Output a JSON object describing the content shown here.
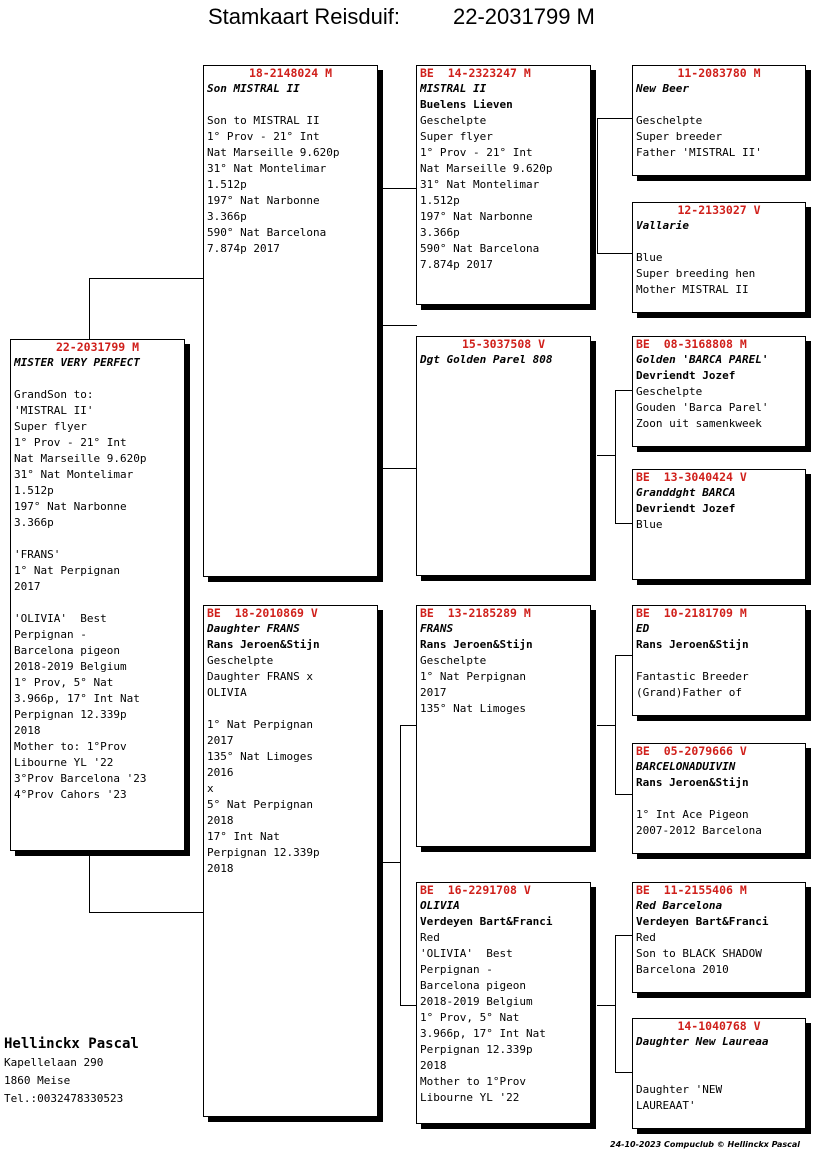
{
  "header": {
    "label": "Stamkaart Reisduif:",
    "ring": "22-2031799 M"
  },
  "subject": {
    "ring": "22-2031799 M",
    "be": false,
    "name": "MISTER VERY PERFECT",
    "breeder": "",
    "lines": [
      "",
      "GrandSon to:",
      "'MISTRAL II'",
      "Super flyer",
      "1° Prov - 21° Int",
      "Nat Marseille 9.620p",
      "31° Nat Montelimar",
      "1.512p",
      "197° Nat Narbonne",
      "3.366p",
      "",
      "'FRANS'",
      "1° Nat Perpignan",
      "2017",
      "",
      "'OLIVIA'  Best",
      "Perpignan -",
      "Barcelona pigeon",
      "2018-2019 Belgium",
      "1° Prov, 5° Nat",
      "3.966p, 17° Int Nat",
      "Perpignan 12.339p",
      "2018",
      "Mother to: 1°Prov",
      "Libourne YL '22",
      "3°Prov Barcelona '23",
      "4°Prov Cahors '23"
    ]
  },
  "sire": {
    "ring": "18-2148024 M",
    "be": false,
    "name": "Son MISTRAL II",
    "breeder": "",
    "lines": [
      "",
      "Son to MISTRAL II",
      "1° Prov - 21° Int",
      "Nat Marseille 9.620p",
      "31° Nat Montelimar",
      "1.512p",
      "197° Nat Narbonne",
      "3.366p",
      "590° Nat Barcelona",
      "7.874p 2017"
    ]
  },
  "dam": {
    "ring": "18-2010869 V",
    "be": true,
    "name": "Daughter FRANS",
    "breeder": "Rans Jeroen&Stijn",
    "lines": [
      "Geschelpte",
      "Daughter FRANS x",
      "OLIVIA",
      "",
      "1° Nat Perpignan",
      "2017",
      "135° Nat Limoges",
      "2016",
      "x",
      "5° Nat Perpignan",
      "2018",
      "17° Int Nat",
      "Perpignan 12.339p",
      "2018"
    ]
  },
  "sire_sire": {
    "ring": "14-2323247 M",
    "be": true,
    "name": "MISTRAL II",
    "breeder": "Buelens Lieven",
    "lines": [
      "Geschelpte",
      "Super flyer",
      "1° Prov - 21° Int",
      "Nat Marseille 9.620p",
      "31° Nat Montelimar",
      "1.512p",
      "197° Nat Narbonne",
      "3.366p",
      "590° Nat Barcelona",
      "7.874p 2017"
    ]
  },
  "sire_dam": {
    "ring": "15-3037508 V",
    "be": false,
    "name": "Dgt Golden Parel 808",
    "breeder": "",
    "lines": []
  },
  "dam_sire": {
    "ring": "13-2185289 M",
    "be": true,
    "name": "FRANS",
    "breeder": "Rans Jeroen&Stijn",
    "lines": [
      "Geschelpte",
      "1° Nat Perpignan",
      "2017",
      "135° Nat Limoges"
    ]
  },
  "dam_dam": {
    "ring": "16-2291708 V",
    "be": true,
    "name": "OLIVIA",
    "breeder": "Verdeyen Bart&Franci",
    "lines": [
      "Red",
      "'OLIVIA'  Best",
      "Perpignan -",
      "Barcelona pigeon",
      "2018-2019 Belgium",
      "1° Prov, 5° Nat",
      "3.966p, 17° Int Nat",
      "Perpignan 12.339p",
      "2018",
      "Mother to 1°Prov",
      "Libourne YL '22"
    ]
  },
  "ss_sire": {
    "ring": "11-2083780 M",
    "be": false,
    "name": "New Beer",
    "breeder": "",
    "lines": [
      "",
      "Geschelpte",
      "Super breeder",
      "Father 'MISTRAL II'"
    ]
  },
  "ss_dam": {
    "ring": "12-2133027 V",
    "be": false,
    "name": "Vallarie",
    "breeder": "",
    "lines": [
      "",
      "Blue",
      "Super breeding hen",
      "Mother MISTRAL II"
    ]
  },
  "sd_sire": {
    "ring": "08-3168808 M",
    "be": true,
    "name": "Golden 'BARCA PAREL'",
    "breeder": "Devriendt Jozef",
    "lines": [
      "Geschelpte",
      "Gouden 'Barca Parel'",
      "Zoon uit samenkweek"
    ]
  },
  "sd_dam": {
    "ring": "13-3040424 V",
    "be": true,
    "name": "Granddght BARCA",
    "breeder": "Devriendt Jozef",
    "lines": [
      "Blue"
    ]
  },
  "ds_sire": {
    "ring": "10-2181709 M",
    "be": true,
    "name": "ED",
    "breeder": "Rans Jeroen&Stijn",
    "lines": [
      "",
      "Fantastic Breeder",
      "(Grand)Father of"
    ]
  },
  "ds_dam": {
    "ring": "05-2079666 V",
    "be": true,
    "name": "BARCELONADUIVIN",
    "breeder": "Rans Jeroen&Stijn",
    "lines": [
      "",
      "1° Int Ace Pigeon",
      "2007-2012 Barcelona"
    ]
  },
  "dd_sire": {
    "ring": "11-2155406 M",
    "be": true,
    "name": "Red Barcelona",
    "breeder": "Verdeyen Bart&Franci",
    "lines": [
      "Red",
      "Son to BLACK SHADOW",
      "Barcelona 2010"
    ]
  },
  "dd_dam": {
    "ring": "14-1040768 V",
    "be": false,
    "name": "Daughter New Laureaa",
    "breeder": "",
    "lines": [
      "",
      "",
      "Daughter 'NEW",
      "LAUREAAT'"
    ]
  },
  "owner": {
    "name": "Hellinckx Pascal",
    "address": "Kapellelaan 290",
    "city": "1860  Meise",
    "phone": "Tel.:0032478330523"
  },
  "footer": "24-10-2023   Compuclub © Hellinckx Pascal"
}
